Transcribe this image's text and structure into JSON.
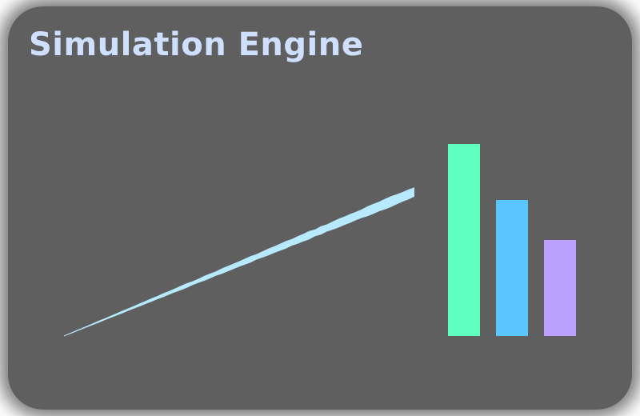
{
  "app": {
    "title": "Simulation Engine"
  },
  "colors": {
    "panel_background": "#5f5f5f",
    "title_text": "#cfe0ff",
    "trend_stroke": "#b7e9ff",
    "bar_1": "#5fffbf",
    "bar_2": "#59c6ff",
    "bar_3": "#bba1ff"
  },
  "chart_data": [
    {
      "type": "line",
      "x": [
        0,
        1
      ],
      "y": [
        0,
        1
      ],
      "grid": false,
      "legend": "none"
    },
    {
      "type": "bar",
      "values": [
        240,
        170,
        120
      ],
      "ylim": [
        0,
        240
      ],
      "grid": false,
      "legend": "none"
    }
  ]
}
